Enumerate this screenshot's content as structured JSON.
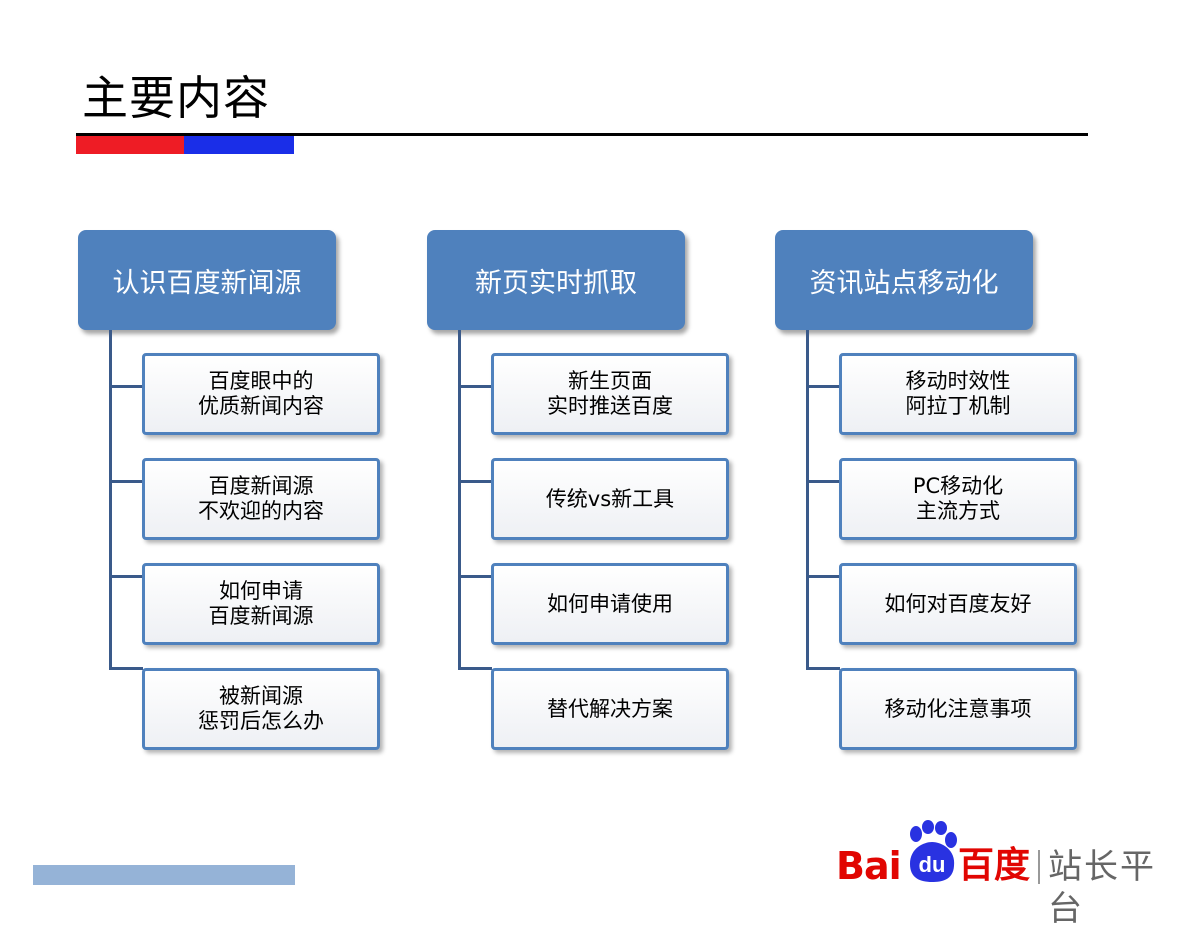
{
  "title": "主要内容",
  "colors": {
    "accent_red": "#ee1c25",
    "accent_blue": "#1a2ee8",
    "header_fill": "#4f81bd",
    "footer_bar": "#95b3d7"
  },
  "columns": [
    {
      "header": "认识百度新闻源",
      "items": [
        "百度眼中的\n优质新闻内容",
        "百度新闻源\n不欢迎的内容",
        "如何申请\n百度新闻源",
        "被新闻源\n惩罚后怎么办"
      ]
    },
    {
      "header": "新页实时抓取",
      "items": [
        "新生页面\n实时推送百度",
        "传统vs新工具",
        "如何申请使用",
        "替代解决方案"
      ]
    },
    {
      "header": "资讯站点移动化",
      "items": [
        "移动时效性\n阿拉丁机制",
        "PC移动化\n主流方式",
        "如何对百度友好",
        "移动化注意事项"
      ]
    }
  ],
  "logo": {
    "bai": "Bai",
    "du": "du",
    "baidu_cn": "百度",
    "zhanzhang": "站长平台"
  }
}
